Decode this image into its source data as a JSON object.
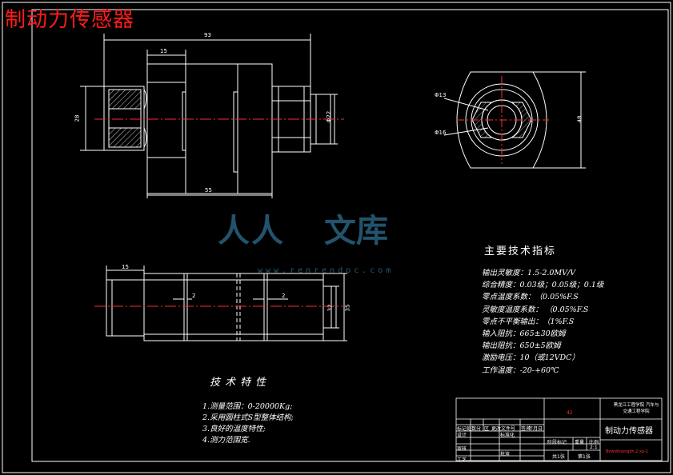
{
  "title": "制动力传感器",
  "dims": {
    "d93": "93",
    "d15_top": "15",
    "d28": "28",
    "d22": "Φ22",
    "d55": "55",
    "d13": "Φ13",
    "d16": "Φ16",
    "d48": "48",
    "d15_bottom": "15",
    "d2_left": "2",
    "d2_right": "2",
    "d32": "32",
    "d35": "35"
  },
  "spec": {
    "heading": "主要技术指标",
    "lines": [
      "输出灵敏度：1.5-2.0MV/V",
      "综合精度：0.03级；0.05级；0.1级",
      "零点温度系数：（0.05%F.S",
      "灵敏度温度系数： （0.05%F.S",
      "零点不平衡输出：（1%F.S",
      "输入阻抗：665±30欧姆",
      "输出阻抗：650±5欧姆",
      "激励电压：10（或12VDC）",
      "工作温度：-20-+60℃"
    ]
  },
  "tech": {
    "heading": "技术特性",
    "lines": [
      "1.测量范围：0-20000Kg;",
      "2.采用圆柱式S型整体结构;",
      "3.良好的温度特性;",
      "4.测力范围宽."
    ]
  },
  "watermark": {
    "text1": "人人",
    "text2": "文库",
    "url": "www.renrendoc.com"
  },
  "titleblock": {
    "drawing_title": "制动力传感器",
    "institution": "黑龙江工程学院 汽车与交通工程学院",
    "red_mark": "42",
    "red_tail": "Bowditoonglih.2.xp-1",
    "cells": {
      "c1": "标记处数分",
      "c2": "区",
      "c3": "更改文件号",
      "c4": "签名",
      "c5": "年月日",
      "c6": "设计",
      "c7": "标准化",
      "c8": "审核",
      "c9": "工艺",
      "c10": "批准",
      "c11": "阶段标记",
      "c12": "重量",
      "c13": "比例",
      "c14": "2:1",
      "c15": "共1张",
      "c16": "第1张"
    }
  }
}
